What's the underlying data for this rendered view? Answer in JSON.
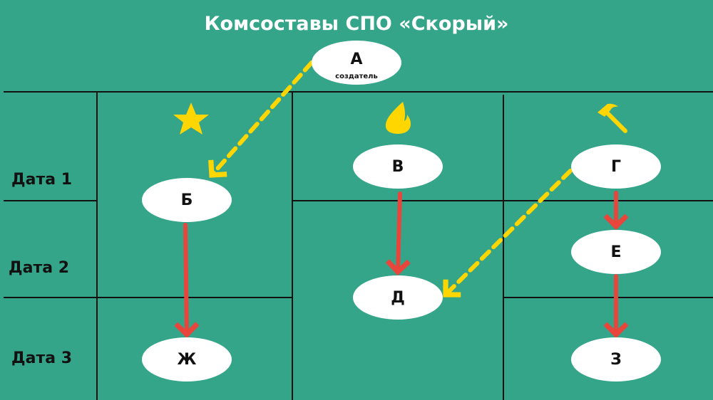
{
  "title": "Комсоставы СПО «Скорый»",
  "rows": [
    "Дата 1",
    "Дата 2",
    "Дата 3"
  ],
  "columns": [
    {
      "icon": "star-icon"
    },
    {
      "icon": "fire-icon"
    },
    {
      "icon": "hammer-icon"
    }
  ],
  "nodes": {
    "a": {
      "label": "А",
      "sublabel": "создатель"
    },
    "b": {
      "label": "Б"
    },
    "v": {
      "label": "В"
    },
    "g": {
      "label": "Г"
    },
    "e": {
      "label": "Е"
    },
    "d": {
      "label": "Д"
    },
    "zh": {
      "label": "Ж"
    },
    "z": {
      "label": "З"
    }
  },
  "edges": [
    {
      "from": "А",
      "to": "Б",
      "style": "dashed",
      "color": "#ffd600"
    },
    {
      "from": "Г",
      "to": "Д",
      "style": "dashed",
      "color": "#ffd600"
    },
    {
      "from": "Б",
      "to": "Ж",
      "style": "solid",
      "color": "#e8463c"
    },
    {
      "from": "В",
      "to": "Д",
      "style": "solid",
      "color": "#e8463c"
    },
    {
      "from": "Г",
      "to": "Е",
      "style": "solid",
      "color": "#e8463c"
    },
    {
      "from": "Е",
      "to": "З",
      "style": "solid",
      "color": "#e8463c"
    }
  ]
}
